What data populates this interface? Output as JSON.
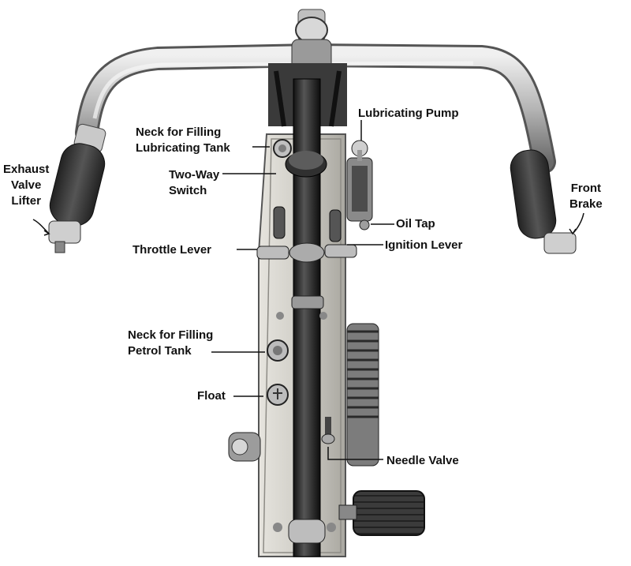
{
  "colors": {
    "metal_light": "#d9d9d9",
    "metal_mid": "#a8a8a8",
    "metal_dark": "#4a4a4a",
    "frame": "#c8c6c0",
    "grip": "#3a3a3a",
    "tube": "#1e1e1e",
    "line": "#111111"
  },
  "labels": {
    "exhaust_valve_lifter": [
      "Exhaust",
      "Valve",
      "Lifter"
    ],
    "neck_lubricating_tank": [
      "Neck for Filling",
      "Lubricating Tank"
    ],
    "two_way_switch": [
      "Two-Way",
      "Switch"
    ],
    "lubricating_pump": "Lubricating Pump",
    "front_brake": [
      "Front",
      "Brake"
    ],
    "oil_tap": "Oil Tap",
    "ignition_lever": "Ignition Lever",
    "throttle_lever": "Throttle Lever",
    "neck_petrol_tank": [
      "Neck for Filling",
      "Petrol Tank"
    ],
    "float": "Float",
    "needle_valve": "Needle Valve"
  }
}
